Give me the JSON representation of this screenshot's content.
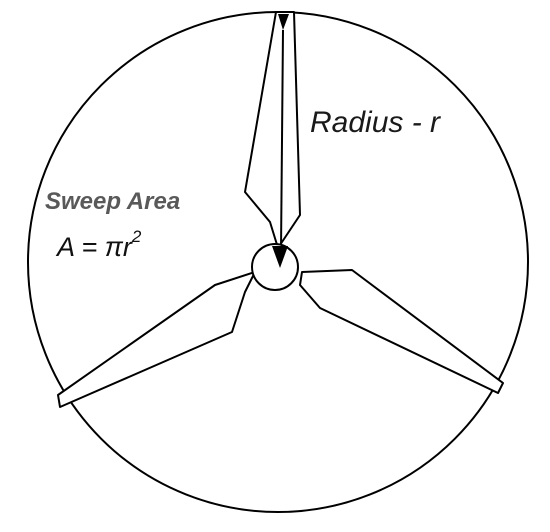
{
  "labels": {
    "radius": "Radius - r",
    "sweep_area": "Sweep Area",
    "formula_main": "A = πr",
    "formula_exponent": "2"
  },
  "colors": {
    "stroke": "#000000",
    "sweep_text": "#595959",
    "text": "#111111"
  }
}
